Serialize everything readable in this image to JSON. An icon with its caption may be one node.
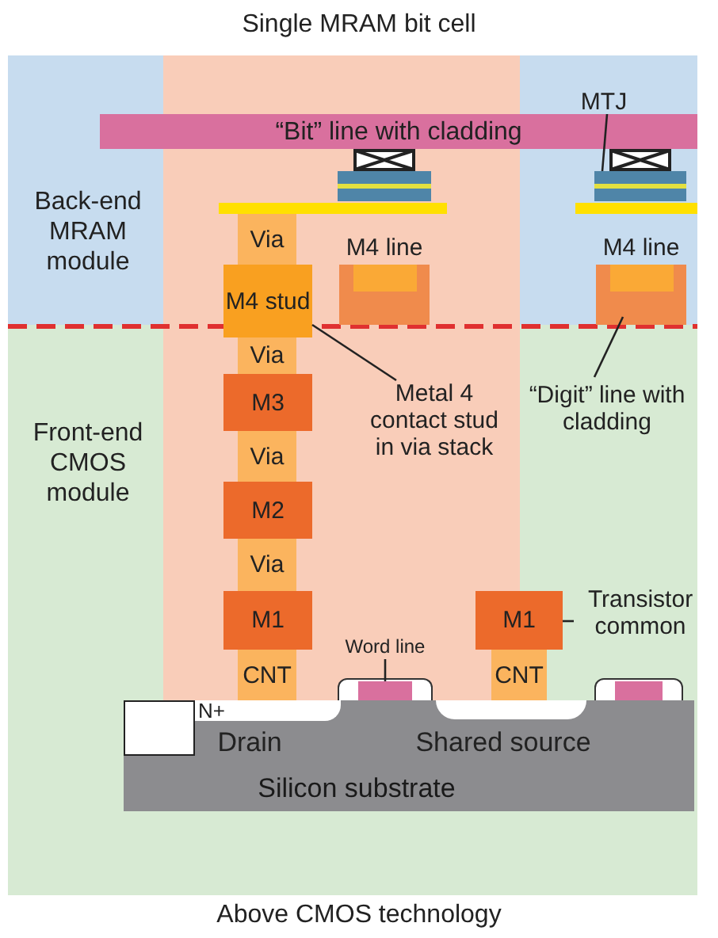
{
  "diagram": {
    "title": "Single MRAM bit cell",
    "caption": "Above CMOS technology",
    "nodes": [
      {
        "text": [
          "“Bit” line with cladding"
        ]
      },
      {
        "text": [
          "MTJ"
        ]
      },
      {
        "text": [],
        "shape": "box"
      },
      {
        "text": [],
        "shape": "box"
      },
      {
        "text": [
          "Via"
        ]
      },
      {
        "text": [
          "M4 line"
        ]
      },
      {
        "text": [
          "M4 line"
        ]
      },
      {
        "text": [
          "M4 stud"
        ]
      },
      {
        "text": [
          "Via"
        ]
      },
      {
        "text": [
          "Metal 4 contact stud in via stack"
        ]
      },
      {
        "text": [
          "“Digit” line with cladding"
        ]
      },
      {
        "text": [
          "M3"
        ]
      },
      {
        "text": [
          "Via"
        ]
      },
      {
        "text": [
          "M2"
        ]
      },
      {
        "text": [
          "Via"
        ]
      },
      {
        "text": [
          "M1"
        ]
      },
      {
        "text": [
          "M1"
        ]
      },
      {
        "text": [
          "Transistor common"
        ]
      },
      {
        "text": [
          "Word line"
        ]
      },
      {
        "text": [
          "CNT"
        ]
      },
      {
        "text": [],
        "shape": "box"
      },
      {
        "text": [
          "CNT"
        ]
      },
      {
        "text": [],
        "shape": "box"
      },
      {
        "text": [
          "N+"
        ]
      },
      {
        "text": [
          "Silicon substrate"
        ]
      },
      {
        "text": [],
        "shape": "box"
      }
    ],
    "edges": [
      {
        "from": 1,
        "to": 3,
        "arrow": "none"
      },
      {
        "from": 9,
        "to": 7,
        "arrow": "none"
      },
      {
        "from": 10,
        "to": 6,
        "arrow": "none"
      },
      {
        "from": 17,
        "to": 16,
        "arrow": "none"
      },
      {
        "from": 18,
        "to": 20,
        "arrow": "none"
      }
    ],
    "labels": [
      "Back-end MRAM module",
      "Front-end CMOS module",
      "Drain",
      "Shared source"
    ]
  }
}
